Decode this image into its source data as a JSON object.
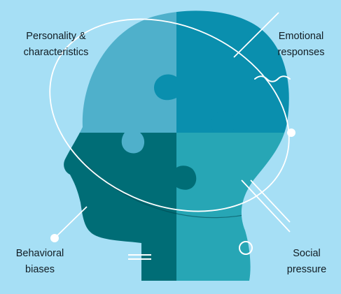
{
  "labels": {
    "personality": {
      "line1": "Personality &",
      "line2": "characteristics"
    },
    "emotional": {
      "line1": "Emotional",
      "line2": "responses"
    },
    "behavioral": {
      "line1": "Behavioral",
      "line2": "biases"
    },
    "social": {
      "line1": "Social",
      "line2": "pressure"
    }
  },
  "colors": {
    "background": "#a6dff5",
    "quadrant_top_left": "#4fb0cb",
    "quadrant_top_right": "#0a8fae",
    "quadrant_bottom_left": "#006d76",
    "quadrant_bottom_right": "#27a6b5",
    "line": "#ffffff",
    "text": "#111d24"
  }
}
